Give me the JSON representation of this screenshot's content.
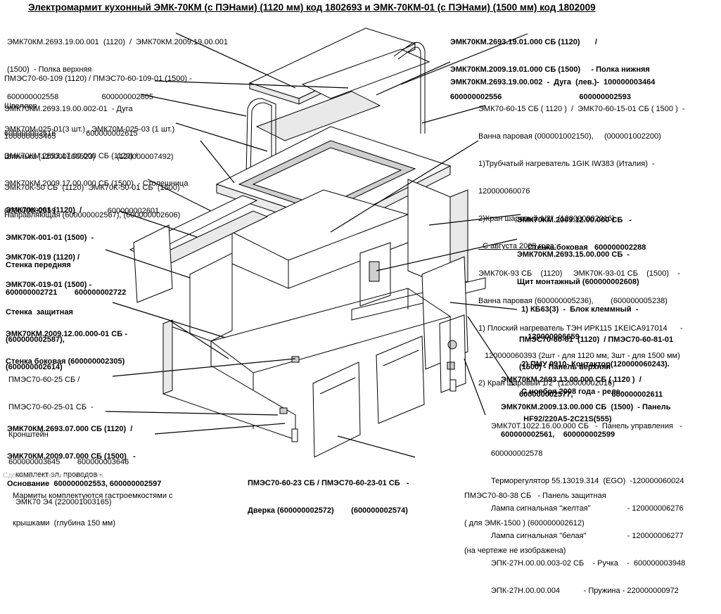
{
  "title": "Электромармит кухонный ЭМК-70КМ (с ПЭНами) (1120 мм) код 1802693 и ЭМК-70КМ-01 (с ПЭНами) (1500 мм) код 1802009",
  "watermark": "Сделано на сайте rusmarket.ru",
  "callouts": [
    {
      "id": "polka-verkhnyaya",
      "lines": [
        "ЭМК70КМ.2693.19.00.001  (1120)  /  ЭМК70КМ.2009.19.00.001",
        "(1500)  - Полка верхняя",
        "600000002558                    600000002605"
      ]
    },
    {
      "id": "shveller",
      "lines": [
        "ПМЭС70-60-109 (1120) / ПМЭС70-60-109-01 (1500) -",
        "Швеллер",
        "600000002616              600000002615"
      ]
    },
    {
      "id": "duga-pr",
      "lines": [
        "ЭМК70КМ.2693.19.00.002-01  - Дуга",
        "100000003465"
      ]
    },
    {
      "id": "shpilka",
      "lines": [
        "ЭМК70М-025-01(3 шт.) , ЭМК70М-025-03 (1 шт.)",
        "Шпилька (120000100523)          (120000007492)"
      ]
    },
    {
      "id": "stoleshnitsa",
      "lines": [
        "ЭМК70КМ.2693.17.00.000 СБ (1120) /",
        "ЭМК70КМ.2009.17.00.000 СБ (1500)  - Столешница",
        "600000002559                        600000002601"
      ]
    },
    {
      "id": "napravlyayushchaya",
      "lines": [
        "ЭМК70К-50 СБ  (1120)  ЭМК70К-50-01 СБ  (1500)",
        "Направляющая (600000002567), (600000002606)"
      ]
    },
    {
      "id": "stenka-perednyaya",
      "bold": true,
      "lines": [
        "ЭМК70К-001 (1120)  /",
        "ЭМК70К-001-01 (1500)  -",
        "Стенка передняя",
        "600000002721        600000002722"
      ]
    },
    {
      "id": "stenka-zashchitnaya",
      "bold": true,
      "lines": [
        "ЭМК70К-019 (1120) /",
        "ЭМК70К-019-01 (1500) -",
        "Стенка  защитная",
        "(600000002587),",
        "(600000002614)"
      ]
    },
    {
      "id": "stenka-bokovaya-lev",
      "bold": true,
      "lines": [
        "ЭМК70КМ.2009.12.00.000-01 СБ -",
        "Стенка боковая (600000002305)"
      ]
    },
    {
      "id": "kronshtein",
      "lines": [
        "ПМЭС70-60-25 СБ /",
        "ПМЭС70-60-25-01 СБ  -",
        "Кронштейн",
        "600000003645        600000003646"
      ]
    },
    {
      "id": "osnovanie",
      "bold": true,
      "lines": [
        "ЭМК70КМ.2693.07.000 СБ (1120)  /",
        "ЭМК70КМ.2009.07.000 СБ (1500)   -",
        "Основание  600000002553, 600000002597"
      ]
    },
    {
      "id": "komplekt",
      "lines": [
        "комплект эл. проводов -",
        "ЭМК70 Э4 (220001003165)"
      ]
    },
    {
      "id": "marmity",
      "lines": [
        "Мармиты комплектуются гастроемкостями с",
        "крышками  (глубина 150 мм)"
      ]
    },
    {
      "id": "dverka",
      "bold": true,
      "lines": [
        "ПМЭС70-60-23 СБ / ПМЭС70-60-23-01 СБ   -",
        "Дверка (600000002572)        (600000002574)"
      ]
    },
    {
      "id": "polka-nizhnyaya",
      "bold": true,
      "lines": [
        "ЭМК70КМ.2693.19.01.000 СБ (1120)       /",
        "ЭМК70КМ.2009.19.01.000 СБ (1500)     - Полка нижняя",
        "600000002556                                    600000002593"
      ]
    },
    {
      "id": "duga-lev",
      "bold": true,
      "lines": [
        "ЭМК70КМ.2693.19.00.002  -  Дуга  (лев.)-  100000003464"
      ]
    },
    {
      "id": "vanna-parovaya",
      "lines": [
        "ЭМК70-60-15 СБ ( 1120 )  /  ЭМК70-60-15-01 СБ ( 1500 )  -",
        "Ванна паровая (000001002150),     (000001002200)",
        "1)Трубчатый нагреватель 1GIK IW383 (Италия)  -",
        "120000060076",
        "2)Кран шаровый 1/2\"  (120000002016)",
        "  С августа 2008 года:",
        "ЭМК70К-93 СБ    (1120)     ЭМК70К-93-01 СБ    (1500)    -",
        "Ванна паровая (600000005236),        (600000005238)",
        "1) Плоский нагреватель ТЭН ИРК115 1KEICA917014      -",
        "   120000060393 (2шт - для 1120 мм, 3шт - для 1500 мм)",
        "2) Кран шаровый 1/2\" (120000002016)"
      ]
    },
    {
      "id": "stenka-bokovaya-prav",
      "bold": true,
      "lines": [
        "ЭМК70КМ.2009.12.00.000 СБ   -",
        "     Стенка боковая   600000002288"
      ]
    },
    {
      "id": "shchit-montazhnyi",
      "bold": true,
      "lines": [
        "ЭМК70КМ.2693.15.00.000 СБ  -",
        "Щит монтажный (600000002608)",
        "  1) КБ63(3)  -  Блок клеммный  -",
        "     120000006659",
        "  2) ПМУ 0910- Контактор(120000060243).",
        "  С ноября 2008 года - реле",
        "   HF92/220A5-2C21S(555)"
      ]
    },
    {
      "id": "panel-verkhnyaya",
      "bold": true,
      "lines": [
        "ПМЭС70-60-81  (1120)  / ПМЭС70-60-81-01",
        "(1500) - Панель верхняя",
        "600000002577,                  600000002611"
      ]
    },
    {
      "id": "panel",
      "bold": true,
      "lines": [
        "ЭМК70КМ.2693.13.00.000 СБ ( 1120 )  /",
        "ЭМК70КМ.2009.13.00.000 СБ  (1500)  - Панель",
        "600000002561,    600000002599"
      ]
    },
    {
      "id": "panel-upravleniya",
      "lines": [
        "ЭМК70Т.1022.16.00.000 СБ   -  Панель управления   -",
        "600000002578",
        "Терморегулятор 55.13019.314  (EGO)  -120000060024",
        "Лампа сигнальная \"желтая\"                 - 120000006276",
        "Лампа сигнальная \"белая\"                   - 120000006277",
        "ЭПК-27Н.00.00.003-02 СБ    - Ручка    -  600000003948",
        "ЭПК-27Н.00.00.004           - Пружина - 220000000972"
      ]
    },
    {
      "id": "panel-zashchitnaya",
      "lines": [
        "ПМЭС70-80-38 СБ   - Панель защитная",
        "( для ЭМК-1500 ) (600000002612)",
        "(на чертеже не изображена)"
      ]
    }
  ]
}
